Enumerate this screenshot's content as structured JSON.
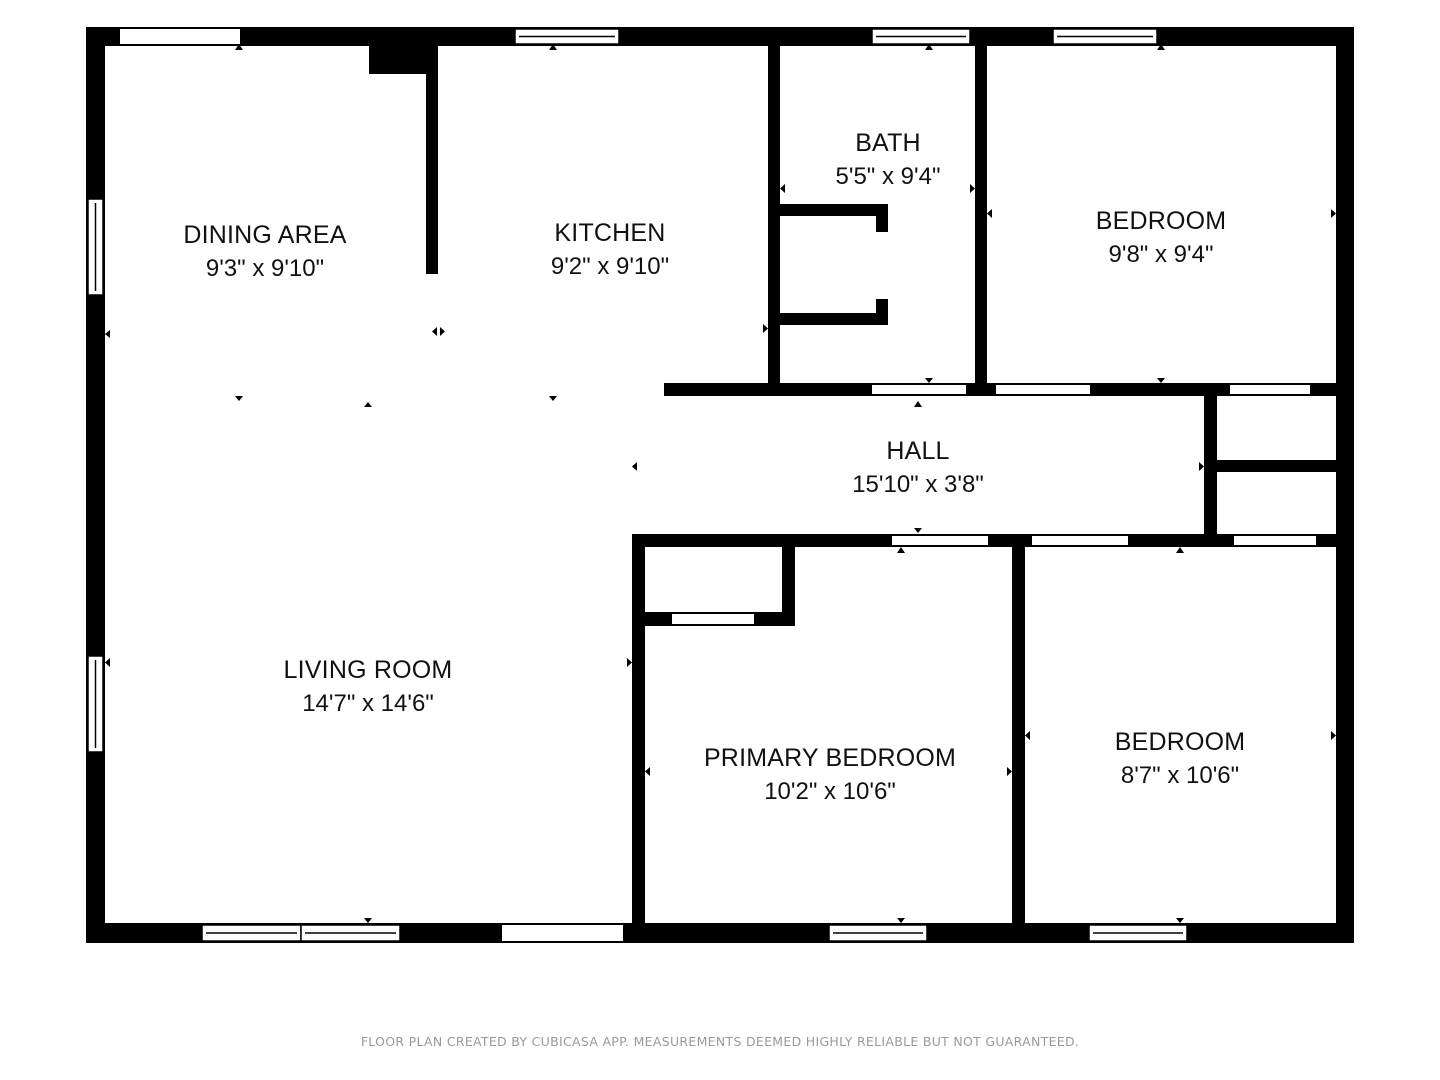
{
  "colors": {
    "wall": "#000000",
    "background": "#ffffff",
    "text": "#111111",
    "footer": "#9a9a9a"
  },
  "rooms": {
    "dining": {
      "name": "DINING AREA",
      "size": "9'3\" x 9'10\""
    },
    "kitchen": {
      "name": "KITCHEN",
      "size": "9'2\" x 9'10\""
    },
    "bath": {
      "name": "BATH",
      "size": "5'5\" x 9'4\""
    },
    "bedroom1": {
      "name": "BEDROOM",
      "size": "9'8\" x 9'4\""
    },
    "hall": {
      "name": "HALL",
      "size": "15'10\" x 3'8\""
    },
    "living": {
      "name": "LIVING ROOM",
      "size": "14'7\" x 14'6\""
    },
    "primary": {
      "name": "PRIMARY BEDROOM",
      "size": "10'2\" x 10'6\""
    },
    "bedroom2": {
      "name": "BEDROOM",
      "size": "8'7\" x 10'6\""
    }
  },
  "footer": "FLOOR PLAN CREATED BY CUBICASA APP. MEASUREMENTS DEEMED HIGHLY RELIABLE BUT NOT GUARANTEED."
}
